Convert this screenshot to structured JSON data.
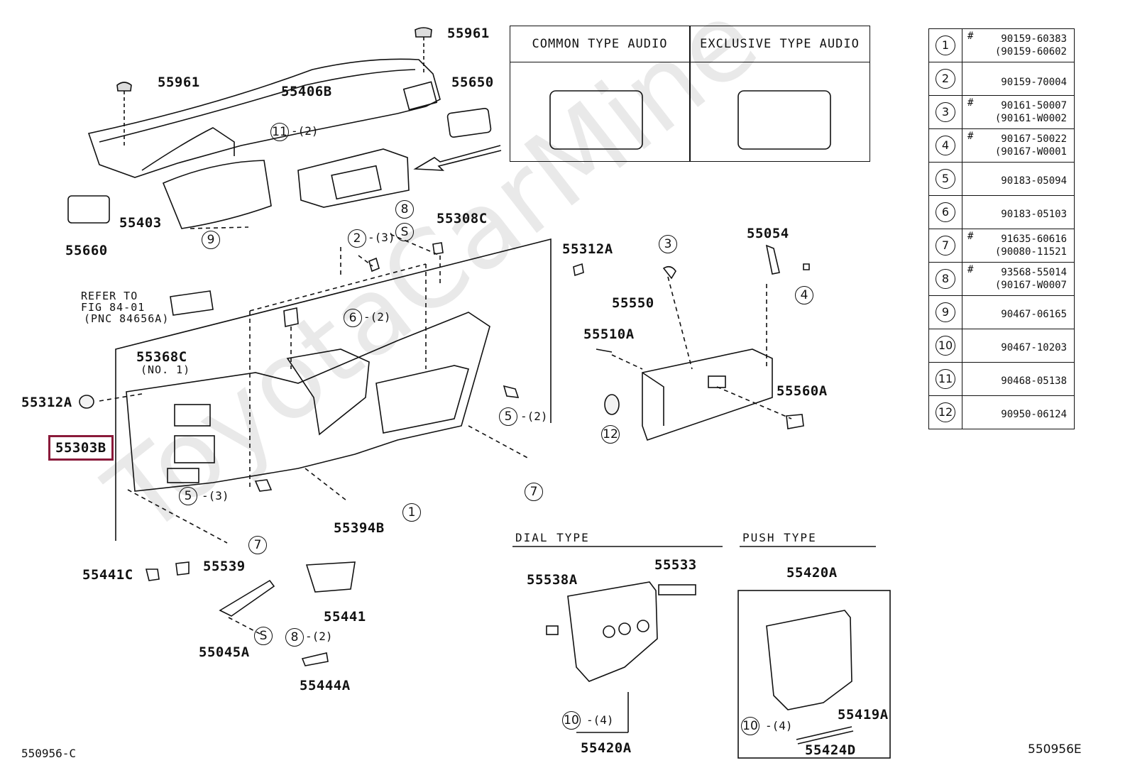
{
  "part_labels": {
    "p55961a": "55961",
    "p55961b": "55961",
    "p55650": "55650",
    "p55406B": "55406B",
    "p55403": "55403",
    "p55660": "55660",
    "p55308C": "55308C",
    "p55312A_a": "55312A",
    "p55312A_b": "55312A",
    "p55054": "55054",
    "p55550": "55550",
    "p55510A": "55510A",
    "p55560A": "55560A",
    "p55368C": "55368C",
    "p55368C_note": "(NO. 1)",
    "p55303B": "55303B",
    "p55394B": "55394B",
    "p55441C": "55441C",
    "p55539": "55539",
    "p55441": "55441",
    "p55045A": "55045A",
    "p55444A": "55444A",
    "p55538A": "55538A",
    "p55533": "55533",
    "p55420A_a": "55420A",
    "p55420A_b": "55420A",
    "p55419A": "55419A",
    "p55424D": "55424D"
  },
  "refer_note": [
    "REFER TO",
    "FIG 84-01",
    "(PNC 84656A)"
  ],
  "callouts": [
    {
      "n": "11",
      "qty": "-(2)"
    },
    {
      "n": "9",
      "qty": ""
    },
    {
      "n": "8",
      "qty": ""
    },
    {
      "n": "2",
      "qty": "-(3)"
    },
    {
      "n": "S",
      "qty": ""
    },
    {
      "n": "6",
      "qty": "-(2)"
    },
    {
      "n": "3",
      "qty": ""
    },
    {
      "n": "4",
      "qty": ""
    },
    {
      "n": "5",
      "qty": "-(2)"
    },
    {
      "n": "12",
      "qty": ""
    },
    {
      "n": "7",
      "qty": ""
    },
    {
      "n": "5",
      "qty": "-(3)"
    },
    {
      "n": "1",
      "qty": ""
    },
    {
      "n": "7",
      "qty": ""
    },
    {
      "n": "S",
      "qty": ""
    },
    {
      "n": "8",
      "qty": "-(2)"
    },
    {
      "n": "10",
      "qty": "-(4)"
    },
    {
      "n": "10",
      "qty": "-(4)"
    }
  ],
  "audio_table": {
    "col1": "COMMON TYPE AUDIO",
    "col2": "EXCLUSIVE TYPE AUDIO"
  },
  "legend": [
    {
      "n": "1",
      "hash": "#",
      "parts": [
        "90159-60383",
        "(90159-60602"
      ]
    },
    {
      "n": "2",
      "hash": "",
      "parts": [
        "90159-70004"
      ]
    },
    {
      "n": "3",
      "hash": "#",
      "parts": [
        "90161-50007",
        "(90161-W0002"
      ]
    },
    {
      "n": "4",
      "hash": "#",
      "parts": [
        "90167-50022",
        "(90167-W0001"
      ]
    },
    {
      "n": "5",
      "hash": "",
      "parts": [
        "90183-05094"
      ]
    },
    {
      "n": "6",
      "hash": "",
      "parts": [
        "90183-05103"
      ]
    },
    {
      "n": "7",
      "hash": "#",
      "parts": [
        "91635-60616",
        "(90080-11521"
      ]
    },
    {
      "n": "8",
      "hash": "#",
      "parts": [
        "93568-55014",
        "(90167-W0007"
      ]
    },
    {
      "n": "9",
      "hash": "",
      "parts": [
        "90467-06165"
      ]
    },
    {
      "n": "10",
      "hash": "",
      "parts": [
        "90467-10203"
      ]
    },
    {
      "n": "11",
      "hash": "",
      "parts": [
        "90468-05138"
      ]
    },
    {
      "n": "12",
      "hash": "",
      "parts": [
        "90950-06124"
      ]
    }
  ],
  "sections": {
    "dial": "DIAL TYPE",
    "push": "PUSH TYPE"
  },
  "codes": {
    "left": "550956-C",
    "right": "550956E"
  },
  "watermark": "ToyotaCarMine",
  "colors": {
    "highlight": "#8a1a3a",
    "line": "#111111",
    "watermark": "#e9e9e9"
  }
}
